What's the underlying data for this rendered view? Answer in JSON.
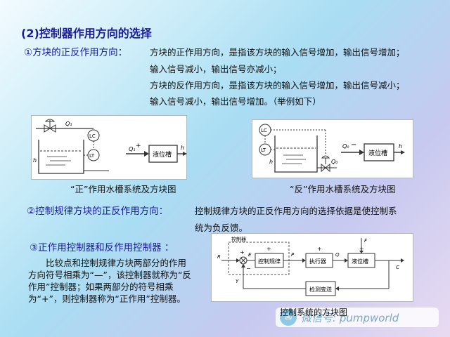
{
  "slide": {
    "title": "(2)控制器作用方向的选择",
    "section1": {
      "label": "①方块的正反作用方向：",
      "lines": [
        "方块的正作用方向，是指该方块的输入信号增加，输出信号增加；",
        "输入信号减小，输出信号亦减小；",
        "方块的反作用方向，是指该方块的输入信号增加，输出信号减小；",
        "输入信号减小，输出信号增加。（举例如下）"
      ]
    },
    "figure_left": {
      "caption": "“正”作用水槽系统及方块图",
      "block": "液位槽",
      "in": "Q₁",
      "out": "h",
      "plus": "+",
      "lc": "LC",
      "lt": "LT",
      "q": "Q₁",
      "hvar": "h"
    },
    "figure_right": {
      "caption": "“反”作用水槽系统及方块图",
      "block": "液位槽",
      "in": "Q₀",
      "out": "h",
      "minus": "−",
      "lc": "LC",
      "lt": "LT",
      "q": "Q₀",
      "hvar": "h"
    },
    "section2": {
      "label": "②控制规律方块的正反作用方向：",
      "lines": [
        "控制规律方块的正反作用方向的选择依据是使控制系",
        "统为负反馈。"
      ]
    },
    "section3": {
      "label": "③正作用控制器和反作用控制器 ：",
      "paragraph": "比较点和控制规律方块两部分的作用方向符号相乘为“—”，该控制器就称为“反作用”控制器；如果两部分的符号相乘为“+”，则控制器称为“正作用”控制器。"
    },
    "diagram": {
      "caption": "控制系统的方块图",
      "controller": "控制器",
      "law": "控制规律",
      "actuator": "执行器",
      "tank": "液位槽",
      "sensor": "检测变送",
      "R": "R",
      "E": "E",
      "P": "P",
      "Q": "Q",
      "F": "F",
      "C": "C",
      "Y": "Y",
      "plus": "+",
      "minus": "−"
    },
    "watermark": "微信号: pumpworld"
  },
  "colors": {
    "heading": "#1c1c9c",
    "body": "#111111",
    "panel": "#ffffff"
  }
}
